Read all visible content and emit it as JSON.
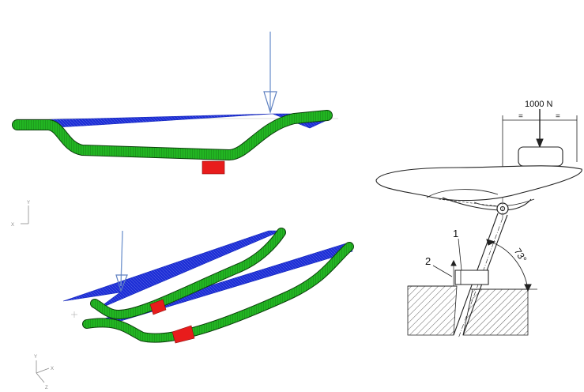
{
  "load_label": "1000 N",
  "equal_mark_left": "=",
  "equal_mark_right": "=",
  "callout_1": "1",
  "callout_2": "2",
  "angle_label": "73°",
  "triad_top": {
    "y": "Y",
    "x": "X"
  },
  "triad_bottom": {
    "y": "Y",
    "x": "X",
    "z": "Z"
  },
  "colors": {
    "rail_mesh": "#22b522",
    "clamp": "#e81c1c",
    "web": "#1e2fd6",
    "load_arrow": "#7a9bd1",
    "drawing_line": "#222222"
  }
}
